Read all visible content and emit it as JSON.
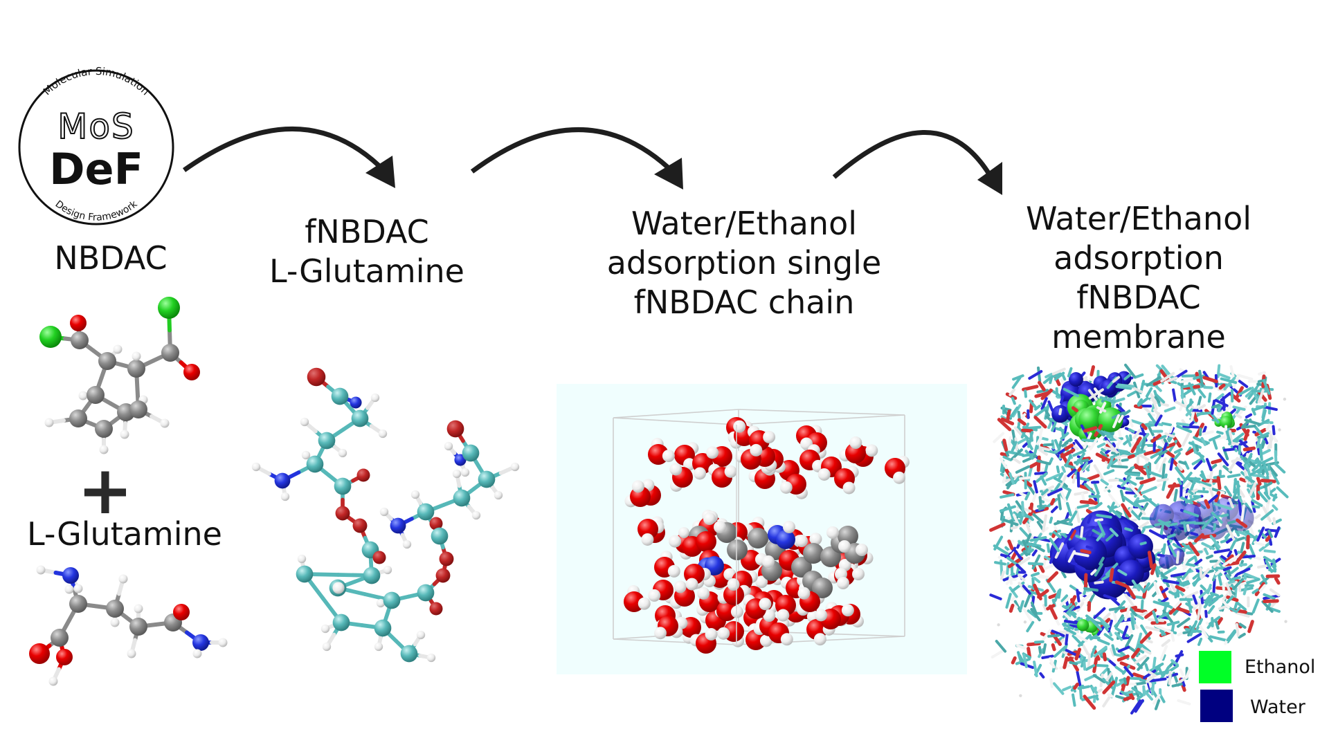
{
  "logo": {
    "top_arc_text": "Molecular Simulation",
    "bottom_arc_text": "Design Framework",
    "wordmark_top": "MoS",
    "wordmark_bottom": "DeF"
  },
  "steps": [
    {
      "id": "reactants",
      "lines": [
        "NBDAC"
      ],
      "plus_symbol": "+",
      "second_reactant": "L-Glutamine"
    },
    {
      "id": "product",
      "lines": [
        "fNBDAC",
        "L-Glutamine"
      ]
    },
    {
      "id": "single-chain",
      "lines": [
        "Water/Ethanol",
        "adsorption single",
        "fNBDAC chain"
      ]
    },
    {
      "id": "membrane",
      "lines": [
        "Water/Ethanol",
        "adsorption",
        "fNBDAC",
        "membrane"
      ]
    }
  ],
  "legend": [
    {
      "label": "Ethanol",
      "color": "#00ff26"
    },
    {
      "label": "Water",
      "color": "#000080"
    }
  ],
  "colors": {
    "arrow": "#1e1e1e",
    "carbon_gray": "#8a8a8a",
    "carbon_cyan": "#56b8b8",
    "oxygen": "#e00000",
    "nitrogen": "#2233dd",
    "chlorine": "#22cc22",
    "hydrogen": "#f2f2f2",
    "solvent_panel_bg": "#f0fefe",
    "water_surface": "#1c1cc0",
    "ethanol_surface": "#33d633"
  }
}
